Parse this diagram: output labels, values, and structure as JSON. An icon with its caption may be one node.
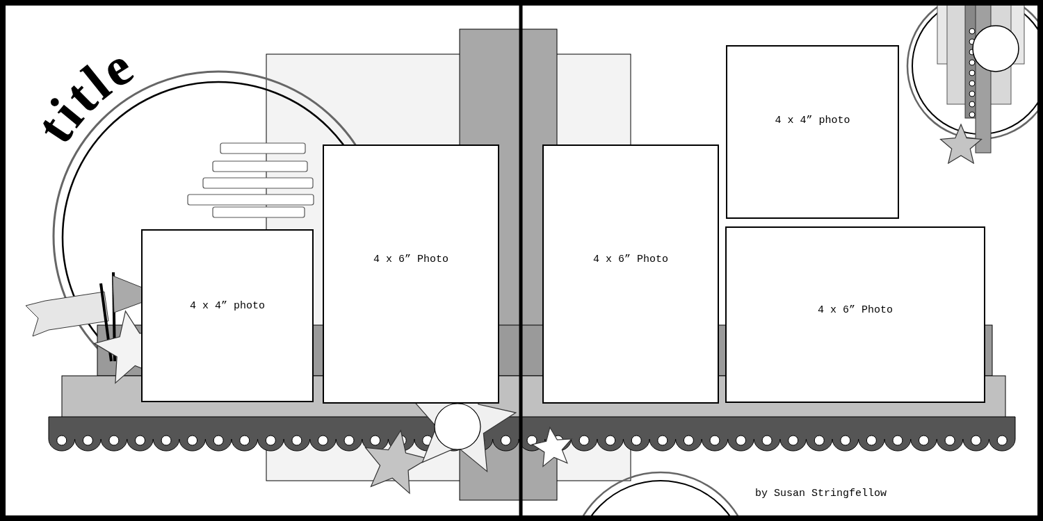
{
  "diagram": {
    "nodes": [
      {
        "text": [
          "4 x 4” photo"
        ]
      },
      {
        "text": [
          "4 x 6” Photo"
        ]
      },
      {
        "text": [
          "4 x 6” Photo"
        ]
      },
      {
        "text": [
          "4 x 4” photo"
        ]
      },
      {
        "text": [
          "4 x 6” Photo"
        ]
      }
    ],
    "edges": [],
    "labels": [
      "title",
      "by Susan Stringfellow"
    ]
  }
}
